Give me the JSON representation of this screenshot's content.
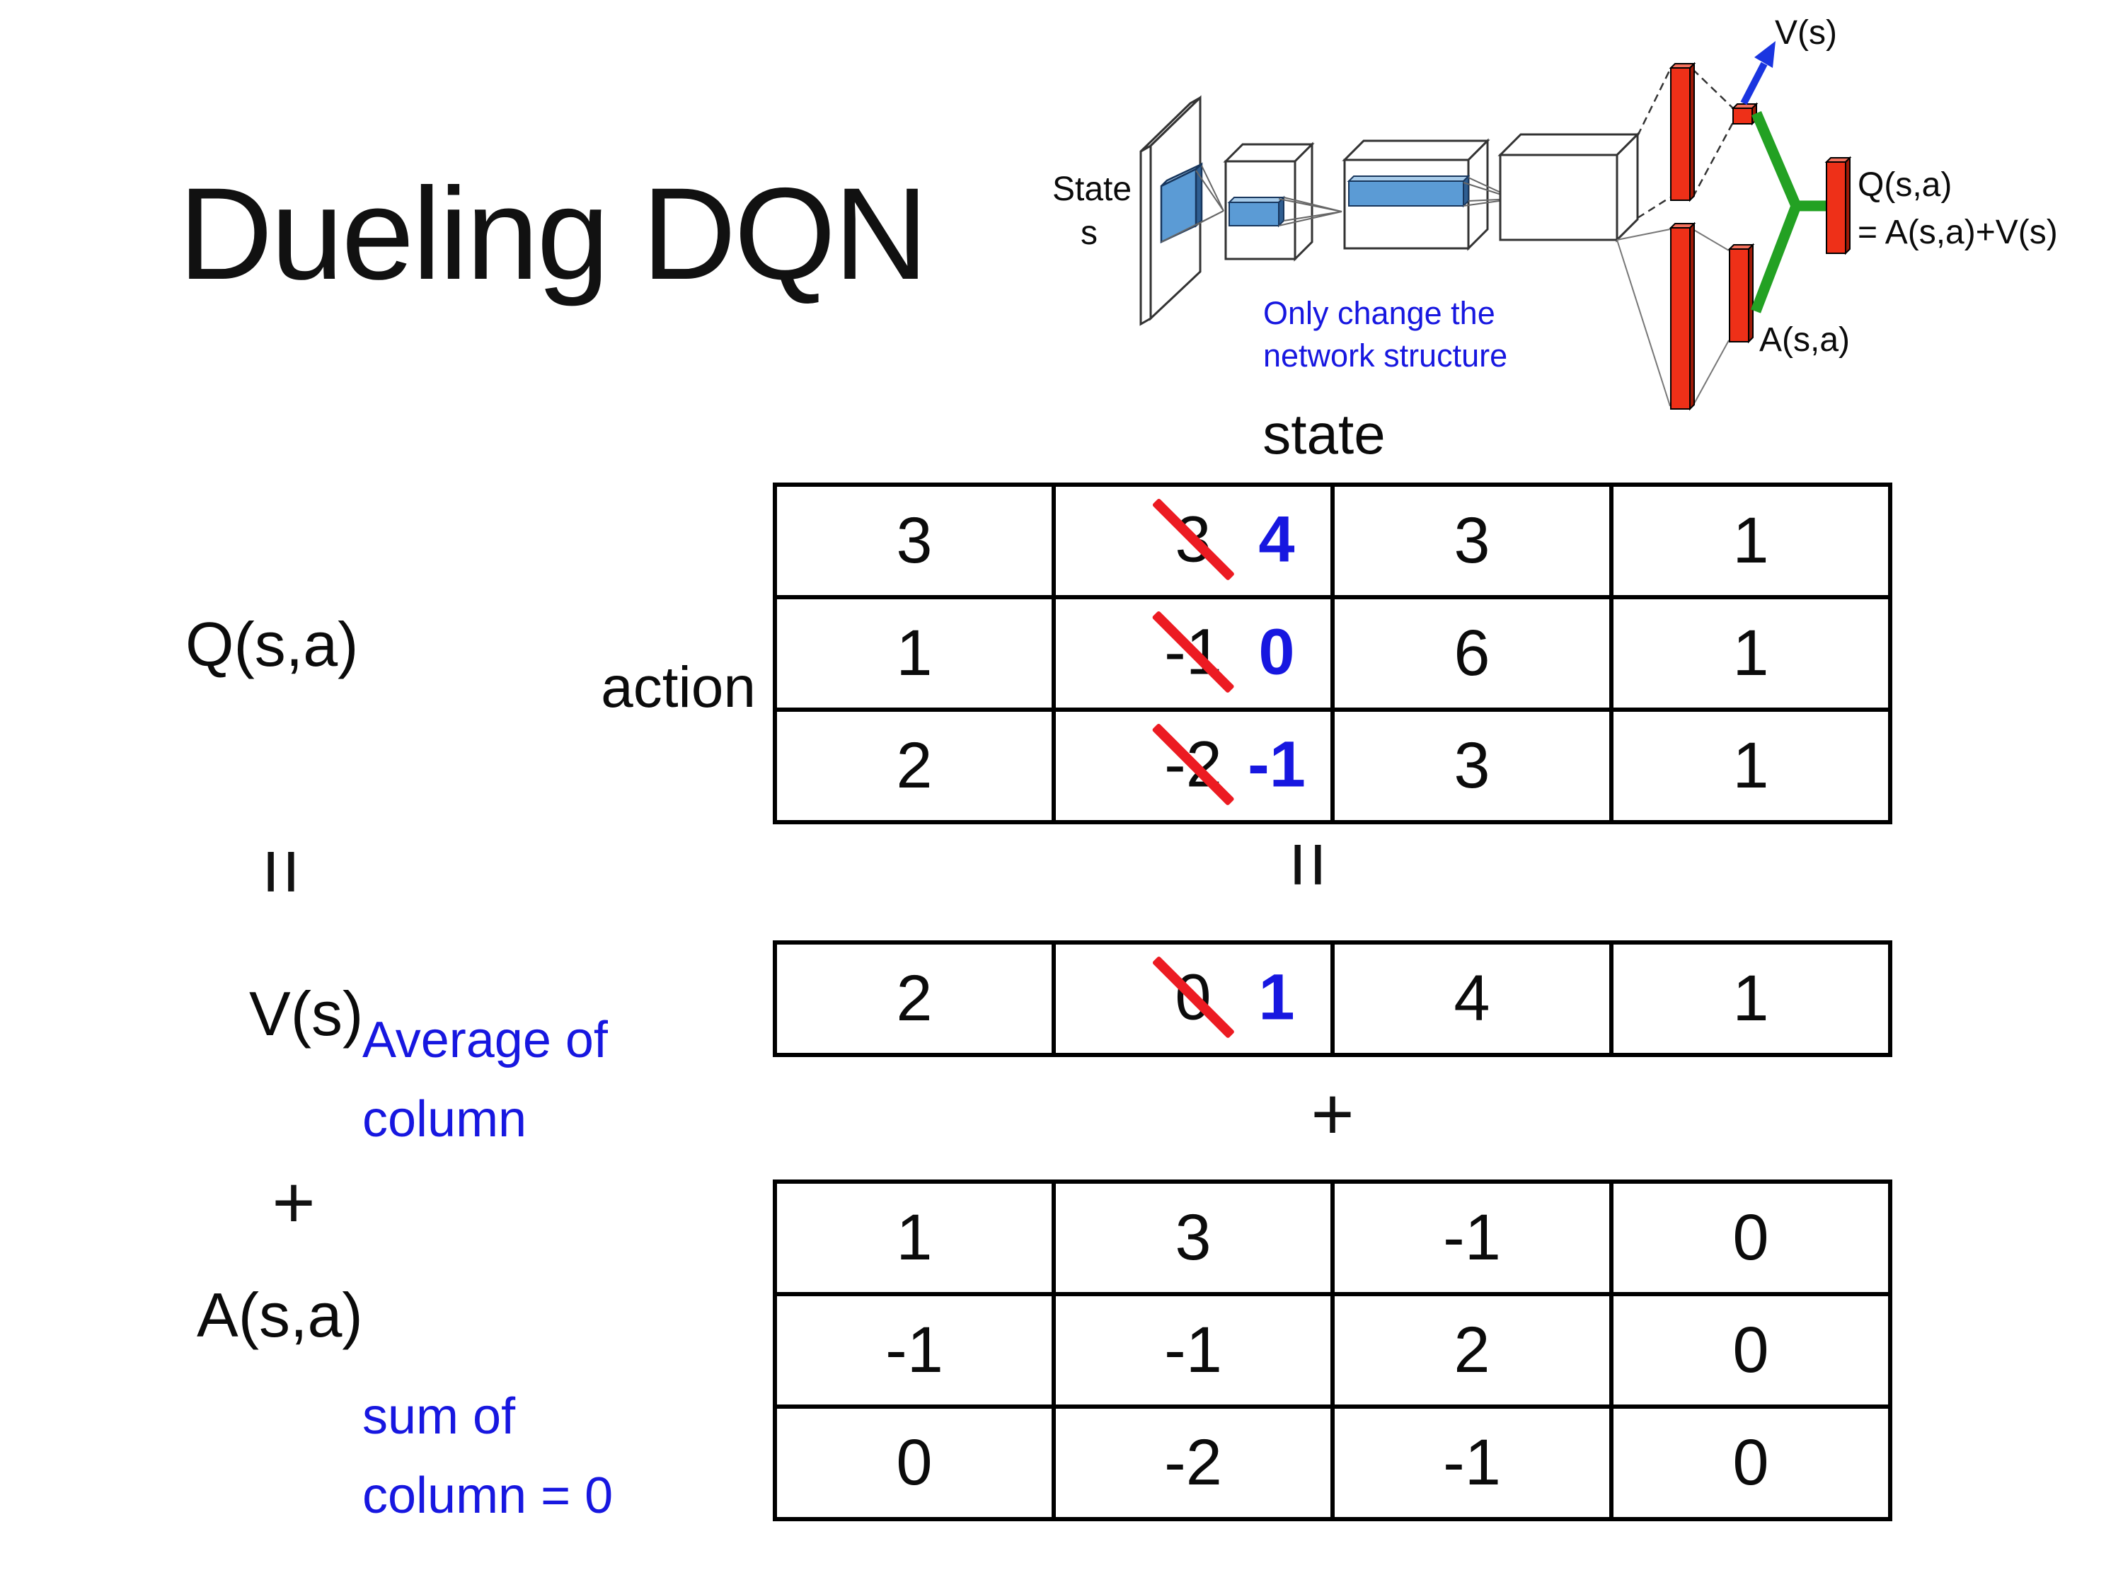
{
  "slide": {
    "title": "Dueling DQN"
  },
  "colors": {
    "blue": "#1717E0",
    "strike_red": "#EC1B22",
    "bar_red": "#EE3018",
    "conv_blue": "#5B9BD5",
    "green": "#23A123"
  },
  "diagram": {
    "state_line1": "State",
    "state_line2": "s",
    "note_line1": "Only change the",
    "note_line2": "network structure",
    "v_out": "V(s)",
    "q_out_line1": "Q(s,a)",
    "q_out_line2": "= A(s,a)+V(s)",
    "a_out": "A(s,a)"
  },
  "q_block": {
    "label": "Q(s,a)",
    "col_header": "state",
    "row_header": "action",
    "equals_label": "=",
    "equals_below": "=",
    "rows": [
      [
        {
          "v": "3"
        },
        {
          "old": "3",
          "new": "4"
        },
        {
          "v": "3"
        },
        {
          "v": "1"
        }
      ],
      [
        {
          "v": "1"
        },
        {
          "old": "-1",
          "new": "0"
        },
        {
          "v": "6"
        },
        {
          "v": "1"
        }
      ],
      [
        {
          "v": "2"
        },
        {
          "old": "-2",
          "new": "-1"
        },
        {
          "v": "3"
        },
        {
          "v": "1"
        }
      ]
    ]
  },
  "v_block": {
    "label": "V(s)",
    "note_line1": "Average of",
    "note_line2": "column",
    "plus_label": "+",
    "plus_below": "+",
    "cells": [
      {
        "v": "2"
      },
      {
        "old": "0",
        "new": "1"
      },
      {
        "v": "4"
      },
      {
        "v": "1"
      }
    ]
  },
  "a_block": {
    "label": "A(s,a)",
    "note_line1": "sum of",
    "note_line2": "column = 0",
    "rows": [
      [
        {
          "v": "1"
        },
        {
          "v": "3"
        },
        {
          "v": "-1"
        },
        {
          "v": "0"
        }
      ],
      [
        {
          "v": "-1"
        },
        {
          "v": "-1"
        },
        {
          "v": "2"
        },
        {
          "v": "0"
        }
      ],
      [
        {
          "v": "0"
        },
        {
          "v": "-2"
        },
        {
          "v": "-1"
        },
        {
          "v": "0"
        }
      ]
    ]
  }
}
